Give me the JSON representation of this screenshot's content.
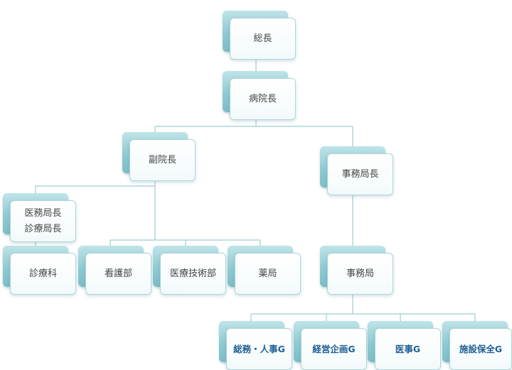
{
  "org": {
    "president": "総長",
    "director": "病院長",
    "vice_director": "副院長",
    "admin_director": "事務局長",
    "medical_admin_director": [
      "医務局長",
      "診療局長"
    ],
    "clinical_dept": "診療科",
    "nursing_dept": "看護部",
    "tech_dept": "医療技術部",
    "pharmacy": "薬局",
    "admin_office": "事務局",
    "group_general_hr": "総務・人事G",
    "group_planning": "経営企画G",
    "group_medical_affairs": "医事G",
    "group_facilities": "施設保全G"
  },
  "colors": {
    "tab": "#8fcad2",
    "card_border": "#a9d6dc",
    "connector": "#9ccdd3",
    "label": "#444444",
    "group_label": "#1f5f96"
  }
}
